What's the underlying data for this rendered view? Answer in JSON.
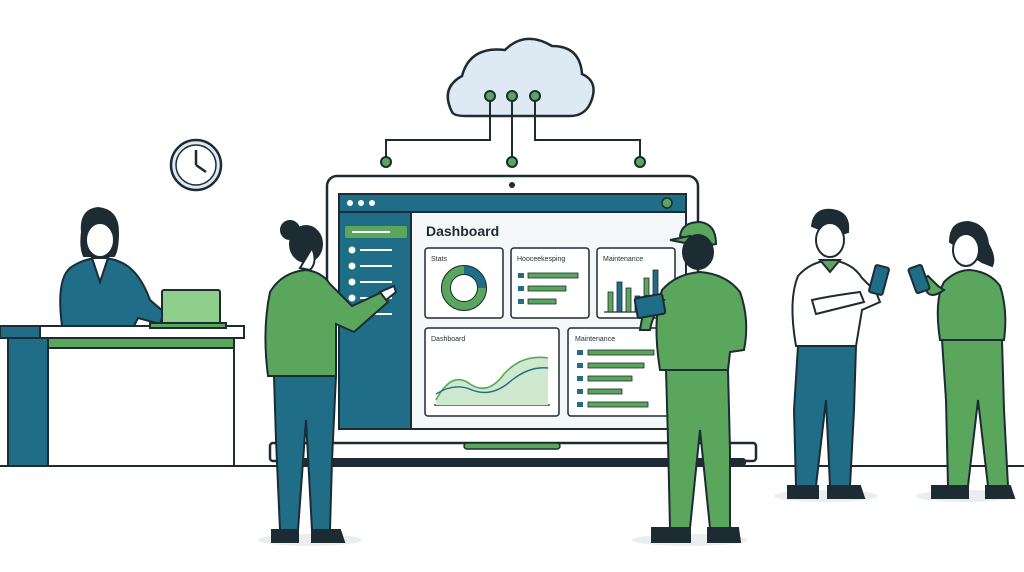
{
  "dashboard": {
    "title": "Dashboard",
    "cards": {
      "stats": "Stats",
      "housekeeping": "Hooceekesping",
      "maintenance_top": "Maintenance",
      "dashboard_chart": "Dashboard",
      "maintenance_bottom": "Maintenance"
    }
  },
  "colors": {
    "green": "#5aa65c",
    "light_green": "#8fcf8c",
    "teal": "#1f6d86",
    "navy": "#1a4f66",
    "cloud": "#dde9f3",
    "outline": "#1d2b33"
  },
  "icons": {
    "cloud": "cloud-icon",
    "clock": "clock-icon",
    "donut": "donut-chart-icon",
    "bars": "bar-chart-icon",
    "area": "area-chart-icon"
  }
}
